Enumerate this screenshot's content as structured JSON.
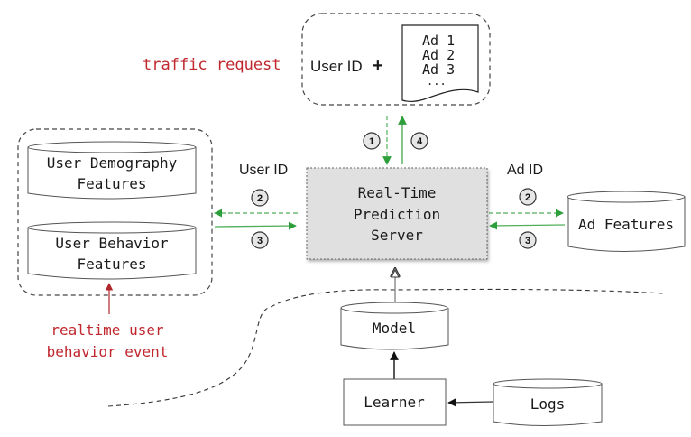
{
  "top_box": {
    "user_id_label": "User ID",
    "plus": "+",
    "ad_list": [
      "Ad 1",
      "Ad 2",
      "Ad 3",
      "..."
    ]
  },
  "traffic_request_label": "traffic request",
  "user_features_group": {
    "demography": [
      "User Demography",
      "Features"
    ],
    "behavior": [
      "User Behavior",
      "Features"
    ]
  },
  "realtime_event_label": [
    "realtime user",
    "behavior event"
  ],
  "server": {
    "lines": [
      "Real-Time",
      "Prediction",
      "Server"
    ]
  },
  "left_link": {
    "label": "User ID",
    "step_request": "2",
    "step_response": "3"
  },
  "right_link": {
    "label": "Ad ID",
    "step_request": "2",
    "step_response": "3"
  },
  "top_link": {
    "step_request": "1",
    "step_response": "4"
  },
  "ad_features_label": "Ad Features",
  "model_label": "Model",
  "learner_label": "Learner",
  "logs_label": "Logs",
  "colors": {
    "flow_green": "#2e9e3a",
    "annotation_red": "#c0282e",
    "server_fill": "#e0e0e0"
  }
}
